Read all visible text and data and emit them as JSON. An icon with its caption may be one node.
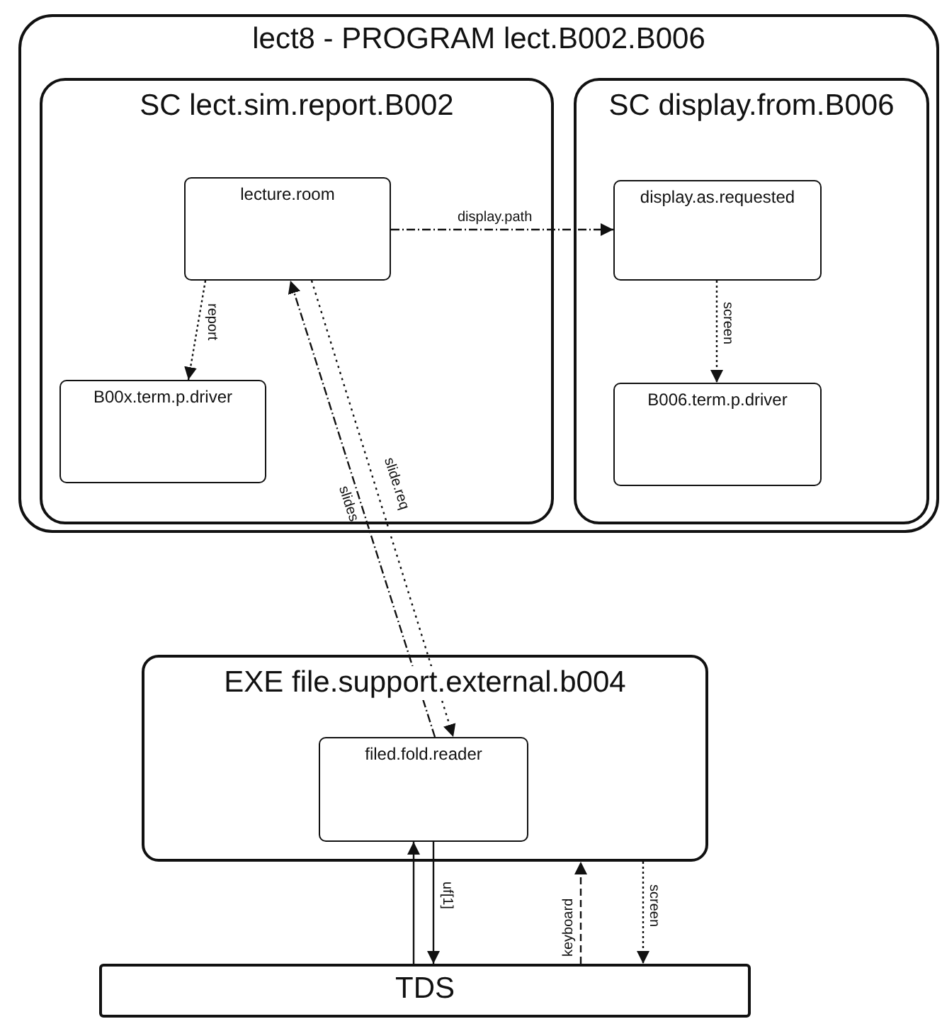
{
  "diagram": {
    "nodes": [
      {
        "text": [
          "lect8 - PROGRAM lect.B002.B006"
        ]
      },
      {
        "text": [
          "SC lect.sim.report.B002"
        ],
        "in": 0
      },
      {
        "text": [
          "SC display.from.B006"
        ],
        "in": 0
      },
      {
        "text": [
          "lecture.room"
        ],
        "in": 1
      },
      {
        "text": [
          "B00x.term.p.driver"
        ],
        "in": 1
      },
      {
        "text": [
          "display.as.requested"
        ],
        "in": 2
      },
      {
        "text": [
          "B006.term.p.driver"
        ],
        "in": 2
      },
      {
        "text": [
          "EXE file.support.external.b004"
        ]
      },
      {
        "text": [
          "filed.fold.reader"
        ],
        "in": 7
      },
      {
        "text": [
          "TDS"
        ]
      }
    ],
    "edges": [
      {
        "from": 3,
        "to": 5,
        "arrow": "to",
        "label": "display.path",
        "style": "dashed"
      },
      {
        "from": 3,
        "to": 4,
        "arrow": "to",
        "label": "report",
        "style": "dashed"
      },
      {
        "from": 5,
        "to": 6,
        "arrow": "to",
        "label": "screen",
        "style": "dashed"
      },
      {
        "from": 8,
        "to": 3,
        "arrow": "to",
        "label": "slides",
        "style": "dashed"
      },
      {
        "from": 3,
        "to": 8,
        "arrow": "to",
        "label": "slide.req",
        "style": "dashed"
      },
      {
        "from": 9,
        "to": 8,
        "arrow": "to"
      },
      {
        "from": 8,
        "to": 9,
        "arrow": "to",
        "label": "uf[1]"
      },
      {
        "from": 9,
        "to": 7,
        "arrow": "to",
        "label": "keyboard",
        "style": "dashed"
      },
      {
        "from": 7,
        "to": 9,
        "arrow": "to",
        "label": "screen",
        "style": "dashed"
      }
    ]
  }
}
